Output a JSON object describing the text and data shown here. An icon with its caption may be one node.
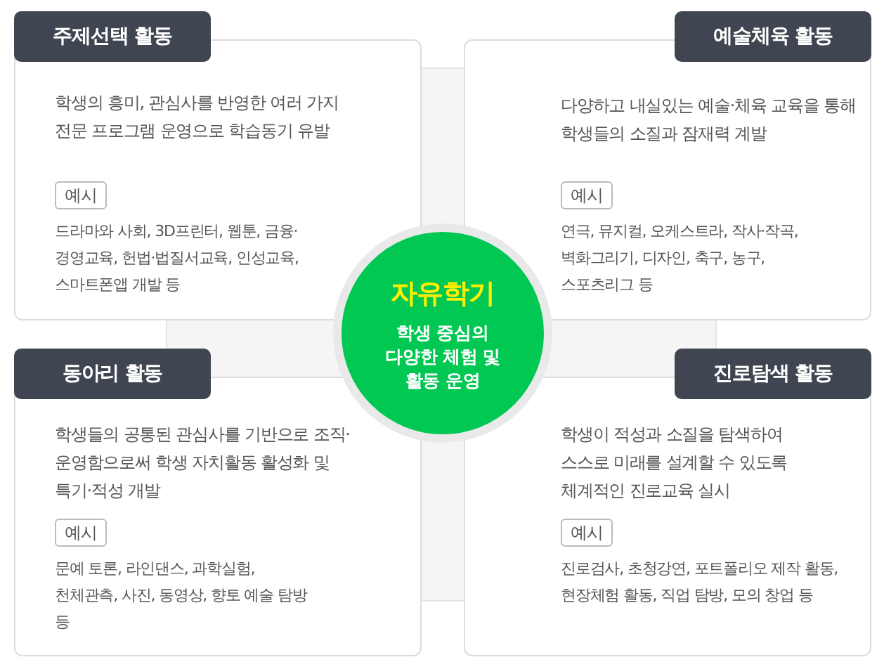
{
  "diagram": {
    "nodes": [
      {
        "text": [
          "주제선택 활동",
          "학생의 흥미, 관심사를 반영한 여러 가지 전문 프로그램 운영으로 학습동기 유발",
          "드라마와 사회, 3D프린터, 웹툰, 금융·경영교육, 헌법·법질서교육, 인성교육, 스마트폰앱 개발 등"
        ]
      },
      {
        "text": [
          "예시"
        ],
        "in": 0
      },
      {
        "text": [
          "예술체육 활동",
          "다양하고 내실있는 예술·체육 교육을 통해 학생들의 소질과 잠재력 계발",
          "연극, 뮤지컬, 오케스트라, 작사·작곡, 벽화그리기, 디자인, 축구, 농구, 스포츠리그 등"
        ]
      },
      {
        "text": [
          "예시"
        ],
        "in": 2
      },
      {
        "text": [
          "자유학기",
          "학생 중심의 다양한 체험 및 활동 운영"
        ]
      },
      {
        "text": [
          "동아리 활동",
          "학생들의 공통된 관심사를 기반으로 조직·운영함으로써 학생 자치활동 활성화 및 특기·적성 개발",
          "문예 토론, 라인댄스, 과학실험, 천체관측, 사진, 동영상, 향토 예술 탐방 등"
        ]
      },
      {
        "text": [
          "예시"
        ],
        "in": 5
      },
      {
        "text": [
          "진로탐색 활동",
          "학생이 적성과 소질을 탐색하여 스스로 미래를 설계할 수 있도록 체계적인 진로교육 실시",
          "진로검사, 초청강연, 포트폴리오 제작 활동, 현장체험 활동, 직업 탐방, 모의 창업 등"
        ]
      },
      {
        "text": [
          "예시"
        ],
        "in": 7
      }
    ]
  }
}
